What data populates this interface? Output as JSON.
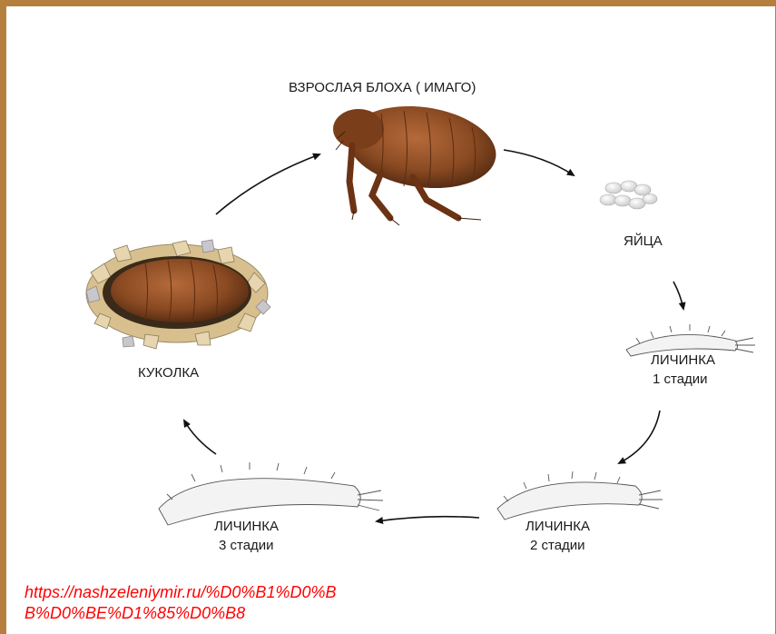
{
  "diagram": {
    "stages": {
      "adult": {
        "label": "ВЗРОСЛАЯ БЛОХА  ( ИМАГО)"
      },
      "eggs": {
        "label": "ЯЙЦА"
      },
      "larva1": {
        "label": "ЛИЧИНКА",
        "sublabel": "1 стадии"
      },
      "larva2": {
        "label": "ЛИЧИНКА",
        "sublabel": "2 стадии"
      },
      "larva3": {
        "label": "ЛИЧИНКА",
        "sublabel": "3 стадии"
      },
      "pupa": {
        "label": "КУКОЛКА"
      }
    }
  },
  "source": {
    "url_line1": "https://nashzeleniymir.ru/%D0%B1%D0%B",
    "url_line2": "B%D0%BE%D1%85%D0%B8"
  },
  "colors": {
    "border": "#b5803d",
    "url": "#ff0000",
    "flea": "#8a4a22",
    "arrow": "#111111"
  }
}
